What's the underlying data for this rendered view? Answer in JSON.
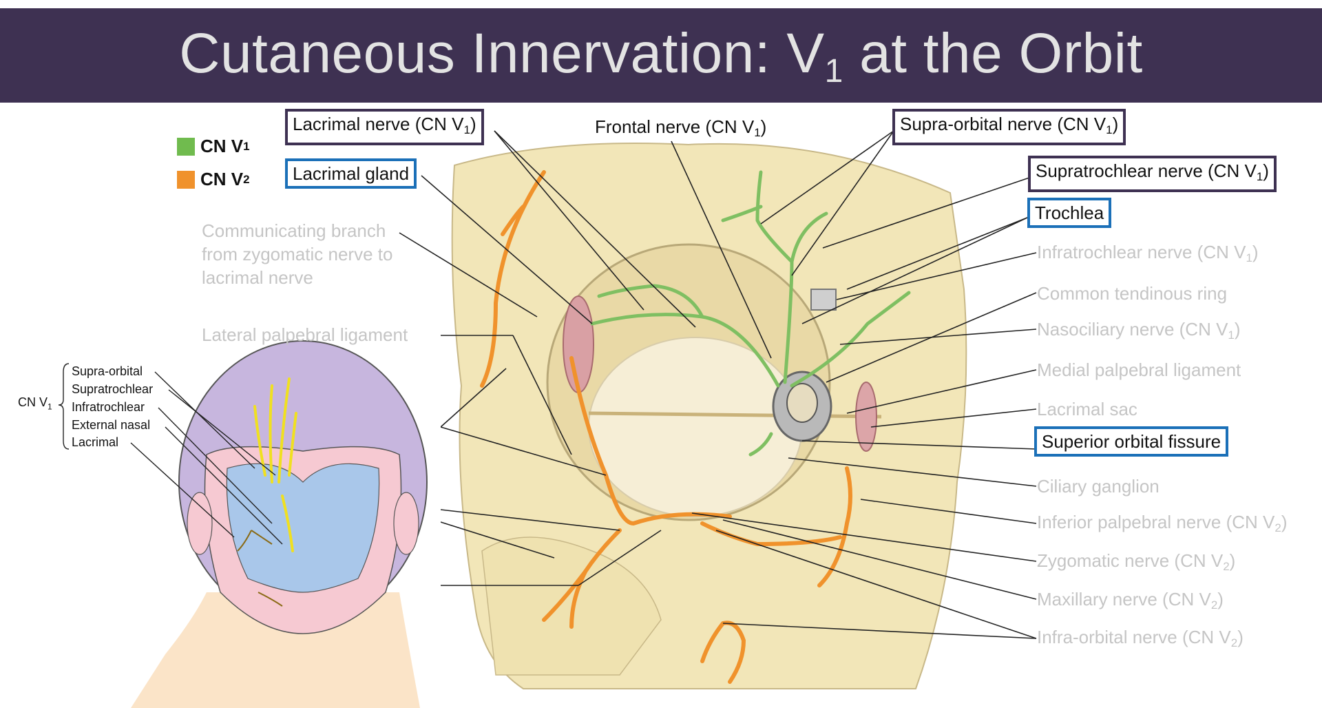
{
  "title": {
    "main": "Cutaneous Innervation: V",
    "sub": "1",
    "rest": " at the Orbit"
  },
  "legend": [
    {
      "label": "CN V",
      "sub": "1",
      "color": "#70bb4e"
    },
    {
      "label": "CN V",
      "sub": "2",
      "color": "#f0922c"
    }
  ],
  "labels": {
    "lacrimal_nerve": {
      "text": "Lacrimal nerve (CN V",
      "sub": "1",
      "end": ")"
    },
    "lacrimal_gland": {
      "text": "Lacrimal gland"
    },
    "frontal_nerve": {
      "text": "Frontal nerve (CN V",
      "sub": "1",
      "end": ")"
    },
    "supraorbital_nerve": {
      "text": "Supra-orbital nerve (CN V",
      "sub": "1",
      "end": ")"
    },
    "supratrochlear_nerve": {
      "text": "Supratrochlear nerve (CN V",
      "sub": "1",
      "end": ")"
    },
    "trochlea": {
      "text": "Trochlea"
    },
    "infratrochlear_nerve": {
      "text": "Infratrochlear nerve (CN V",
      "sub": "1",
      "end": ")"
    },
    "common_tendinous_ring": {
      "text": "Common tendinous ring"
    },
    "nasociliary_nerve": {
      "text": "Nasociliary nerve (CN V",
      "sub": "1",
      "end": ")"
    },
    "medial_palpebral_ligament": {
      "text": "Medial palpebral ligament"
    },
    "lacrimal_sac": {
      "text": "Lacrimal sac"
    },
    "superior_orbital_fissure": {
      "text": "Superior orbital fissure"
    },
    "ciliary_ganglion": {
      "text": "Ciliary ganglion"
    },
    "inferior_palpebral_nerve": {
      "text": "Inferior palpebral nerve (CN V",
      "sub": "2",
      "end": ")"
    },
    "zygomatic_nerve": {
      "text": "Zygomatic nerve (CN V",
      "sub": "2",
      "end": ")"
    },
    "maxillary_nerve": {
      "text": "Maxillary nerve (CN V",
      "sub": "2",
      "end": ")"
    },
    "infraorbital_nerve": {
      "text": "Infra-orbital nerve (CN V",
      "sub": "2",
      "end": ")"
    },
    "communicating_branch": {
      "text": "Communicating branch from zygomatic nerve to lacrimal nerve"
    },
    "lateral_palpebral_ligament": {
      "text": "Lateral palpebral ligament"
    }
  },
  "inset": {
    "group_label": "CN V",
    "group_sub": "1",
    "items": [
      "Supra-orbital",
      "Supratrochlear",
      "Infratrochlear",
      "External nasal",
      "Lacrimal"
    ]
  },
  "colors": {
    "header": "#3e3152",
    "box_purple": "#3e3152",
    "box_blue": "#1b70b8",
    "nerve_v1": "#70bb4e",
    "nerve_v2": "#f0922c"
  }
}
